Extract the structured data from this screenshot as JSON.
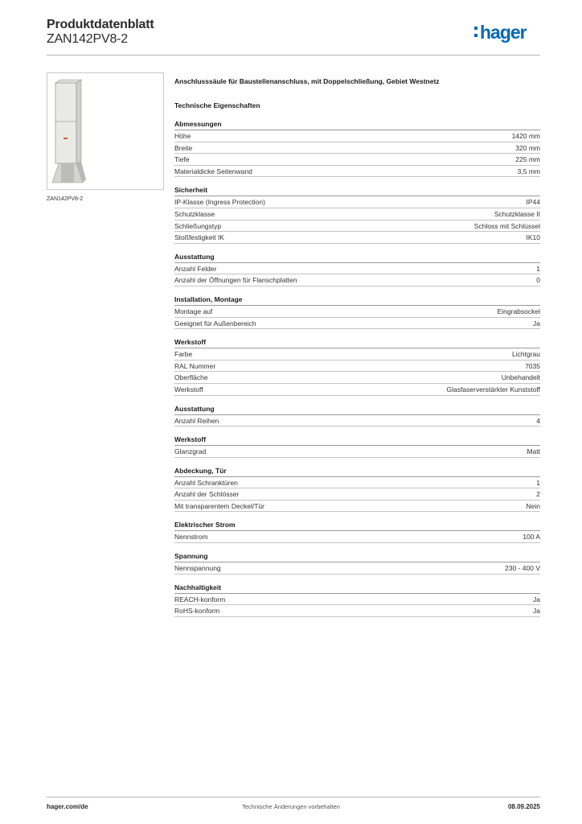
{
  "header": {
    "title": "Produktdatenblatt",
    "subtitle": "ZAN142PV8-2",
    "logo_text": "hager",
    "brand_color": "#0069b4"
  },
  "product": {
    "image_caption": "ZAN142PV8-2",
    "description": "Anschlusssäule für Baustellenanschluss, mit Doppelschließung, Gebiet Westnetz",
    "tech_heading": "Technische Eigenschaften"
  },
  "sections": [
    {
      "title": "Abmessungen",
      "rows": [
        {
          "label": "Höhe",
          "value": "1420 mm"
        },
        {
          "label": "Breite",
          "value": "320 mm"
        },
        {
          "label": "Tiefe",
          "value": "225 mm"
        },
        {
          "label": "Materialdicke Seitenwand",
          "value": "3,5 mm"
        }
      ]
    },
    {
      "title": "Sicherheit",
      "rows": [
        {
          "label": "IP-Klasse (Ingress Protection)",
          "value": "IP44"
        },
        {
          "label": "Schutzklasse",
          "value": "Schutzklasse II"
        },
        {
          "label": "Schließungstyp",
          "value": "Schloss mit Schlüssel"
        },
        {
          "label": "Stoßfestigkeit IK",
          "value": "IK10"
        }
      ]
    },
    {
      "title": "Ausstattung",
      "rows": [
        {
          "label": "Anzahl Felder",
          "value": "1"
        },
        {
          "label": "Anzahl der Öffnungen für Flanschplatten",
          "value": "0"
        }
      ]
    },
    {
      "title": "Installation, Montage",
      "rows": [
        {
          "label": "Montage auf",
          "value": "Eingrabsockel"
        },
        {
          "label": "Geeignet für Außenbereich",
          "value": "Ja"
        }
      ]
    },
    {
      "title": "Werkstoff",
      "rows": [
        {
          "label": "Farbe",
          "value": "Lichtgrau"
        },
        {
          "label": "RAL Nummer",
          "value": "7035"
        },
        {
          "label": "Oberfläche",
          "value": "Unbehandelt"
        },
        {
          "label": "Werkstoff",
          "value": "Glasfaserverstärkter Kunststoff"
        }
      ]
    },
    {
      "title": "Ausstattung",
      "rows": [
        {
          "label": "Anzahl Reihen",
          "value": "4"
        }
      ]
    },
    {
      "title": "Werkstoff",
      "rows": [
        {
          "label": "Glanzgrad",
          "value": "Matt"
        }
      ]
    },
    {
      "title": "Abdeckung, Tür",
      "rows": [
        {
          "label": "Anzahl Schranktüren",
          "value": "1"
        },
        {
          "label": "Anzahl der Schlösser",
          "value": "2"
        },
        {
          "label": "Mit transparentem Deckel/Tür",
          "value": "Nein"
        }
      ]
    },
    {
      "title": "Elektrischer Strom",
      "rows": [
        {
          "label": "Nennstrom",
          "value": "100 A"
        }
      ]
    },
    {
      "title": "Spannung",
      "rows": [
        {
          "label": "Nennspannung",
          "value": "230 - 400 V"
        }
      ]
    },
    {
      "title": "Nachhaltigkeit",
      "rows": [
        {
          "label": "REACH-konform",
          "value": "Ja"
        },
        {
          "label": "RoHS-konform",
          "value": "Ja"
        }
      ]
    }
  ],
  "footer": {
    "website": "hager.com/de",
    "notice": "Technische Änderungen vorbehalten",
    "date": "08.09.2025"
  }
}
